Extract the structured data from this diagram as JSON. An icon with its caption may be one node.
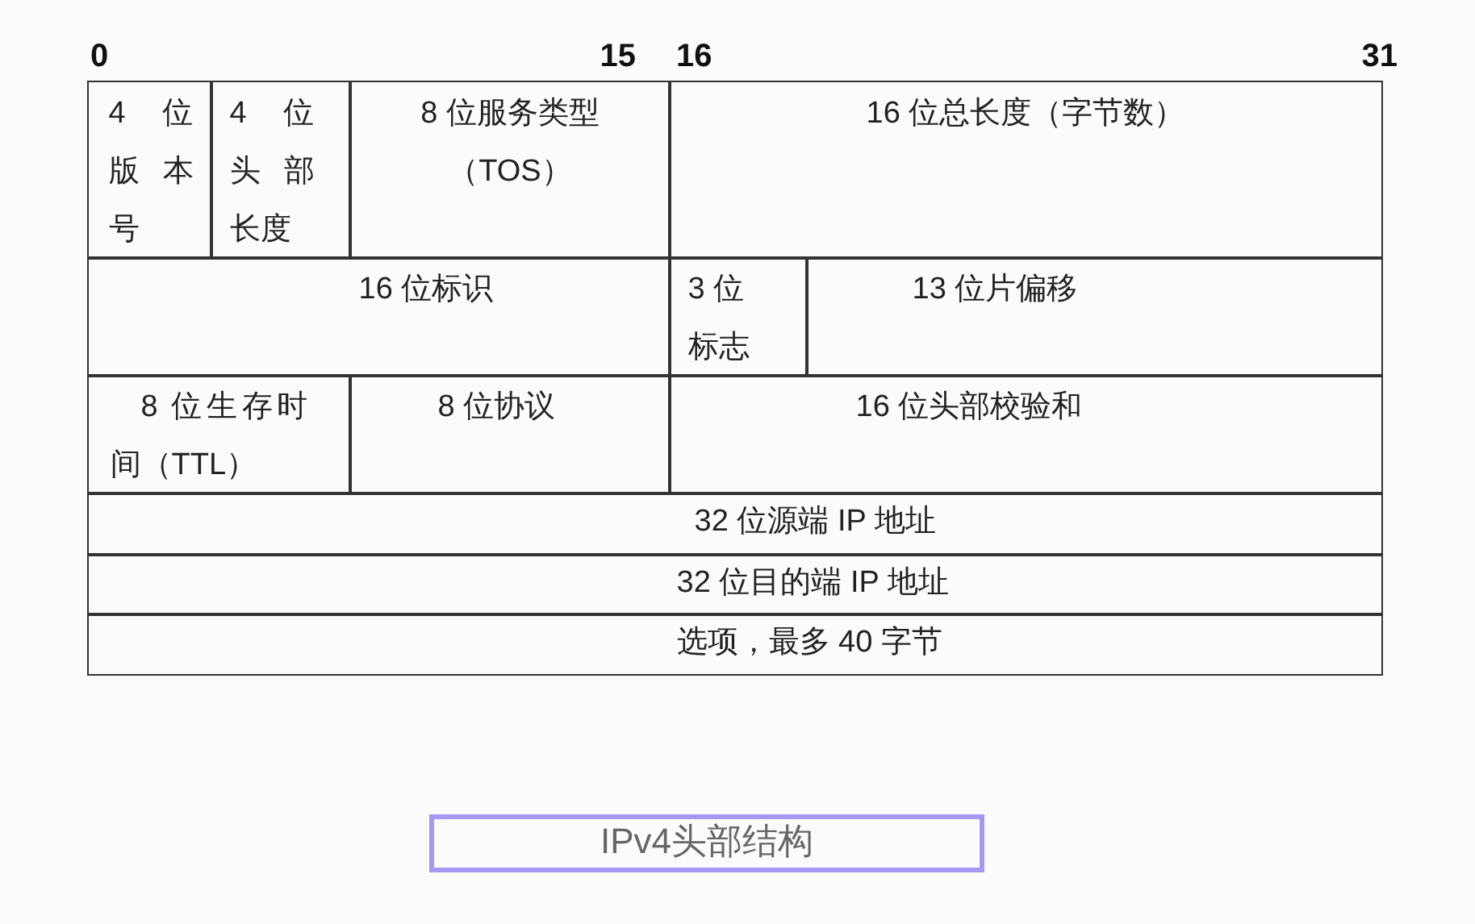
{
  "diagram": {
    "caption": "IPv4头部结构",
    "nodes": [
      {
        "text": [
          "4 位版本号"
        ]
      },
      {
        "text": [
          "4 位头部长度"
        ]
      },
      {
        "text": [
          "8 位服务类型（TOS）"
        ]
      },
      {
        "text": [
          "16 位总长度（字节数）"
        ]
      },
      {
        "text": [
          "16 位标识"
        ]
      },
      {
        "text": [
          "3 位标志"
        ]
      },
      {
        "text": [
          "13 位片偏移"
        ]
      },
      {
        "text": [
          "8 位生存时间（TTL）"
        ]
      },
      {
        "text": [
          "8 位协议"
        ]
      },
      {
        "text": [
          "16 位头部校验和"
        ]
      },
      {
        "text": [
          "32 位源端 IP 地址"
        ]
      },
      {
        "text": [
          "32 位目的端 IP 地址"
        ]
      },
      {
        "text": [
          "选项，最多 40 字节"
        ]
      }
    ],
    "labels": [
      "0",
      "15",
      "16",
      "31"
    ]
  }
}
